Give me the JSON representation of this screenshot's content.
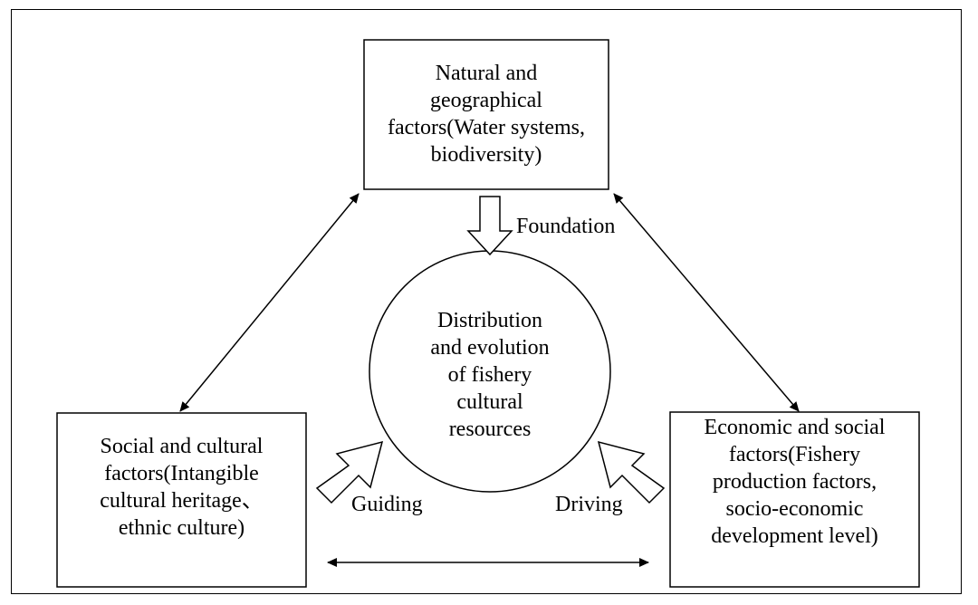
{
  "nodes": {
    "natural": {
      "label": "Natural and\ngeographical\nfactors(Water systems,\nbiodiversity)"
    },
    "social": {
      "label": "Social and cultural\nfactors(Intangible\ncultural heritage、\nethnic culture)"
    },
    "economic": {
      "label": "Economic and social\nfactors(Fishery\nproduction factors,\nsocio-economic\ndevelopment level)"
    },
    "center": {
      "label": "Distribution\nand evolution\nof fishery\ncultural\nresources"
    }
  },
  "arrows": {
    "foundation": "Foundation",
    "guiding": "Guiding",
    "driving": "Driving"
  }
}
